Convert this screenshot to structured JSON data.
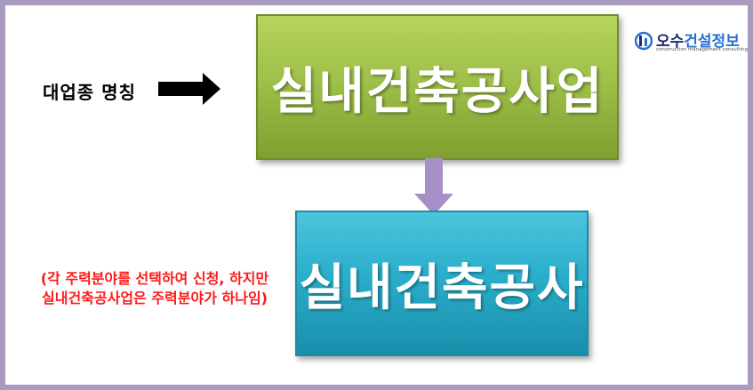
{
  "left_label": "대업종 명칭",
  "top_box": {
    "text": "실내건축공사업",
    "color": "#9fc04a"
  },
  "bottom_box": {
    "text": "실내건축공사",
    "color": "#2aaecb"
  },
  "note": {
    "line1": "(각 주력분야를 선택하여 신청, 하지만",
    "line2": "실내건축공사업은 주력분야가 하나임)",
    "color": "#ff1a1a"
  },
  "logo": {
    "name_part1": "오수",
    "name_part2": "건설정보",
    "subtitle": "construction management consulting"
  },
  "icons": {
    "left_arrow": "right-arrow-icon",
    "connector": "down-arrow-icon",
    "logo_mark": "logo-mark-icon"
  }
}
